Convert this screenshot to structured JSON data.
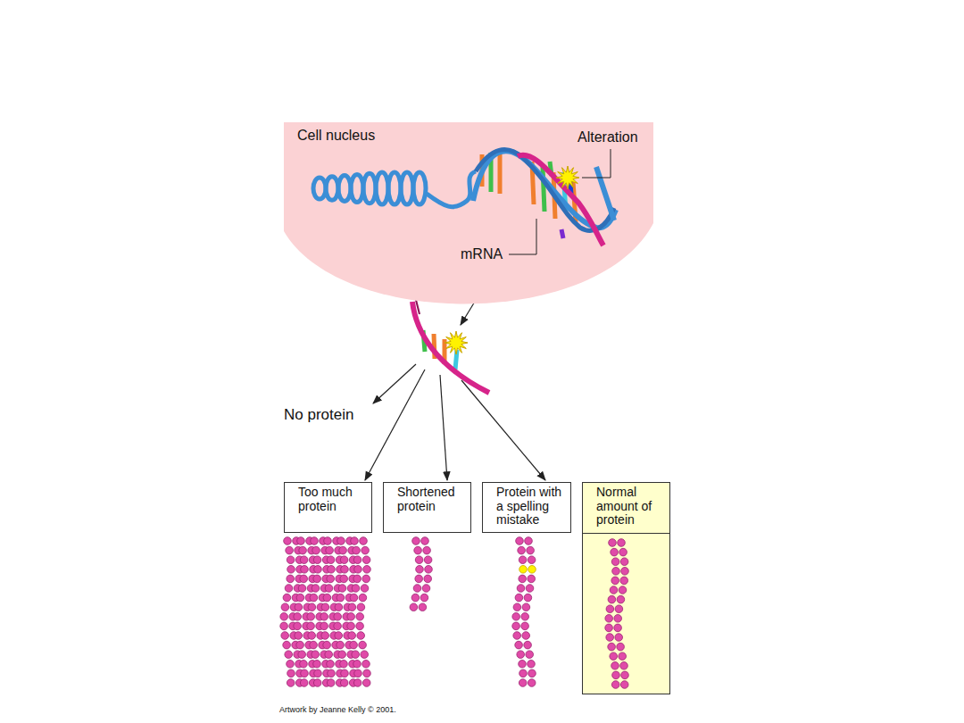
{
  "diagram": {
    "nodes": [
      {
        "text": [
          "Cell nucleus"
        ]
      },
      {
        "text": [
          "Too much protein"
        ]
      },
      {
        "text": [
          "Shortened protein"
        ]
      },
      {
        "text": [
          "Protein with a spelling mistake"
        ]
      },
      {
        "text": [
          "Normal amount of protein"
        ]
      }
    ],
    "labels": [
      "Alteration",
      "mRNA",
      "No protein",
      "Artwork by Jeanne Kelly © 2001."
    ]
  }
}
